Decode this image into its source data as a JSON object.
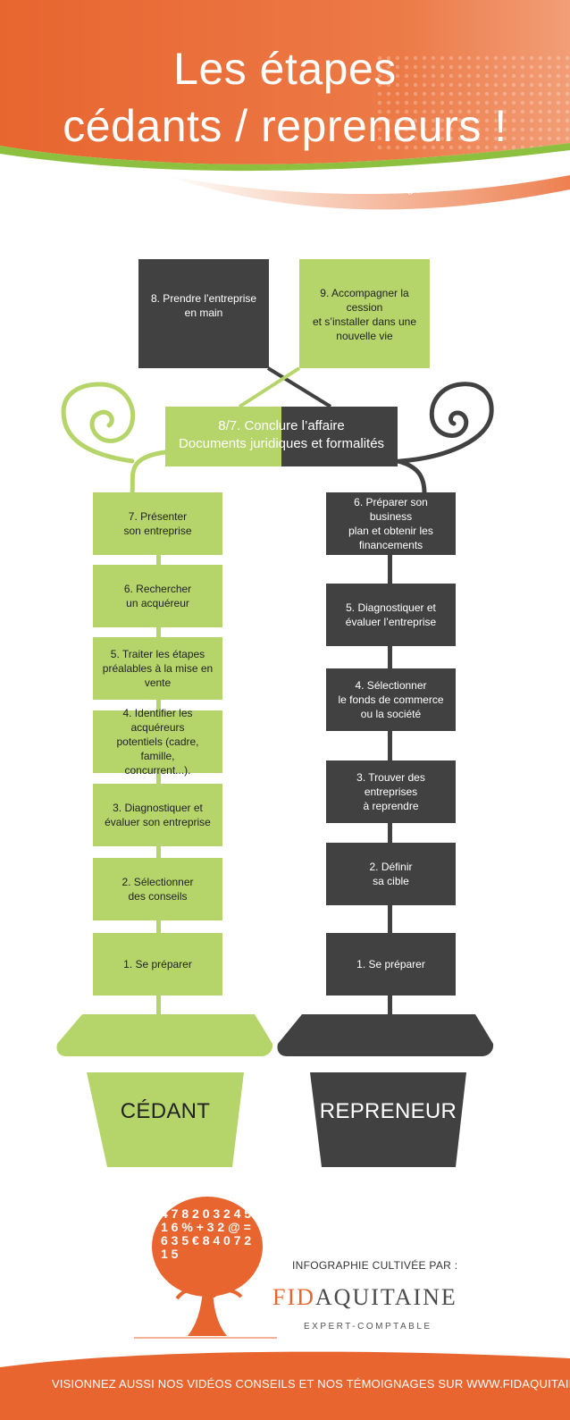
{
  "header": {
    "title_line1": "Les étapes",
    "title_line2": "cédants / repreneurs !",
    "subtitle": "SUIVEZ LE GUIDE !"
  },
  "top": {
    "step8": "8. Prendre l’entreprise\nen main",
    "step9": "9. Accompagner la\ncession\net s’installer dans une\nnouvelle vie",
    "step87_line1": "8/7. Conclure l’affaire",
    "step87_line2": "Documents juridiques et formalités"
  },
  "cedant": {
    "label": "CÉDANT",
    "steps": [
      "7. Présenter\nson entreprise",
      "6. Rechercher\nun acquéreur",
      "5. Traiter les étapes\npréalables à la mise en\nvente",
      "4. Identifier les acquéreurs\npotentiels (cadre, famille,\nconcurrent...).",
      "3. Diagnostiquer et\névaluer son entreprise",
      "2. Sélectionner\ndes conseils",
      "1. Se préparer"
    ]
  },
  "repreneur": {
    "label": "REPRENEUR",
    "steps": [
      "6. Préparer son business\nplan et obtenir les\nfinancements",
      "5. Diagnostiquer et\névaluer l’entreprise",
      "4. Sélectionner\nle fonds de commerce\nou la société",
      "3. Trouver des\nentreprises\nà reprendre",
      "2. Définir\nsa cible",
      "1. Se préparer"
    ]
  },
  "branding": {
    "credit": "INFOGRAPHIE CULTIVÉE PAR :",
    "brand_fid": "FID",
    "brand_aquitaine": "AQUITAINE",
    "tagline": "EXPERT-COMPTABLE",
    "tree_glyphs": [
      "4",
      "7",
      "8",
      "2",
      "0",
      "3",
      "2",
      "4",
      "5",
      "1",
      "6",
      "%",
      "+",
      "3",
      "2",
      "@",
      "=",
      "6",
      "3",
      "5",
      "€",
      "8",
      "4",
      "0",
      "7",
      "2",
      "1",
      "5"
    ]
  },
  "footer": {
    "text": "VISIONNEZ AUSSI NOS VIDÉOS CONSEILS ET NOS TÉMOIGNAGES SUR WWW.FIDAQUITAINE.COM"
  },
  "colors": {
    "orange": "#e8652f",
    "green": "#b5d56a",
    "dark": "#414141"
  }
}
